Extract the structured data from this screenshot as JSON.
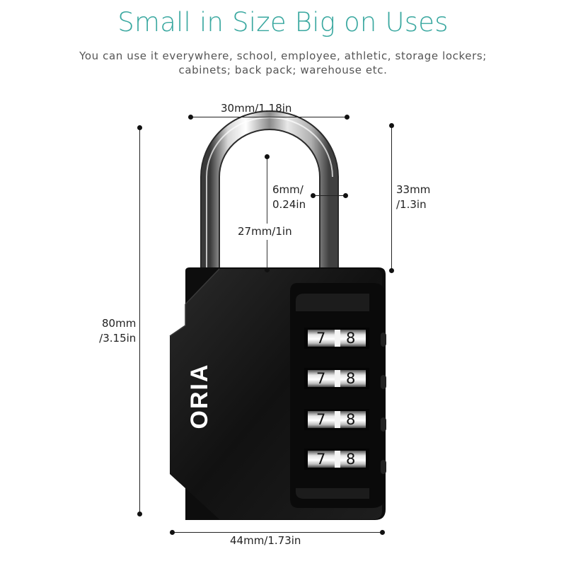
{
  "header": {
    "title": "Small in Size Big on Uses",
    "subtitle_line1": "You can use it everywhere, school, employee, athletic, storage lockers;",
    "subtitle_line2": "cabinets; back pack; warehouse etc."
  },
  "product": {
    "brand": "ORIA",
    "dials": [
      {
        "upper": "7",
        "lower": "8"
      },
      {
        "upper": "7",
        "lower": "8"
      },
      {
        "upper": "7",
        "lower": "8"
      },
      {
        "upper": "7",
        "lower": "8"
      }
    ]
  },
  "dimensions": {
    "shackle_width": "30mm/1.18in",
    "shackle_diameter_line1": "6mm/",
    "shackle_diameter_line2": "0.24in",
    "shackle_clearance": "27mm/1in",
    "shackle_height_line1": "33mm",
    "shackle_height_line2": "/1.3in",
    "total_height_line1": "80mm",
    "total_height_line2": "/3.15in",
    "body_width": "44mm/1.73in"
  },
  "colors": {
    "title": "#3aa8a0",
    "body": "#151515"
  }
}
